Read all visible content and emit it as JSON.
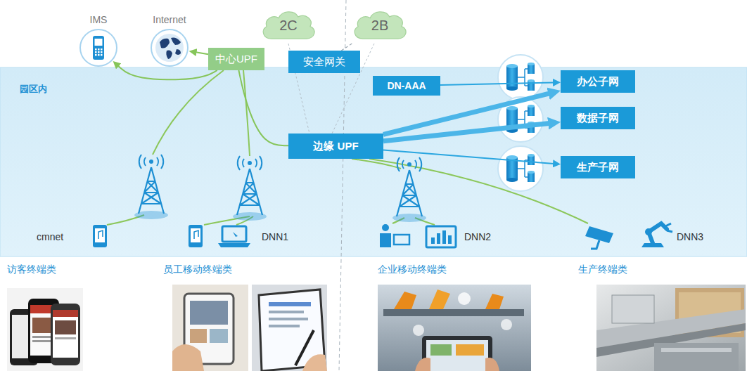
{
  "diagram": {
    "nodes": [
      {
        "text": [
          "IMS"
        ]
      },
      {
        "text": [
          "Internet"
        ]
      },
      {
        "text": [
          "2C"
        ]
      },
      {
        "text": [
          "2B"
        ]
      },
      {
        "text": [
          "中心UPF"
        ]
      },
      {
        "text": [
          "安全网关"
        ]
      },
      {
        "text": [
          "园区内"
        ]
      },
      {
        "text": [
          "DN-AAA"
        ],
        "in": 6
      },
      {
        "text": [
          "办公子网"
        ],
        "in": 6
      },
      {
        "text": [
          "数据子网"
        ],
        "in": 6
      },
      {
        "text": [
          "边缘 UPF"
        ],
        "in": 6
      },
      {
        "text": [
          "生产子网"
        ],
        "in": 6
      }
    ],
    "edges": [
      {
        "from": 4,
        "to": 0,
        "arrow": "to"
      },
      {
        "from": 4,
        "to": 1,
        "arrow": "to"
      },
      {
        "from": 4,
        "to": 10,
        "arrow": "none"
      },
      {
        "from": 7,
        "to": 8,
        "arrow": "to"
      },
      {
        "from": 10,
        "to": 8,
        "arrow": "to"
      },
      {
        "from": 10,
        "to": 9,
        "arrow": "to"
      },
      {
        "from": 10,
        "to": 11,
        "arrow": "to"
      },
      {
        "from": 5,
        "to": 3,
        "arrow": "none"
      }
    ],
    "labels": [
      "cmnet",
      "DNN1",
      "DNN2",
      "DNN3",
      "访客终端类",
      "员工移动终端类",
      "企业移动终端类",
      "生产终端类"
    ]
  }
}
